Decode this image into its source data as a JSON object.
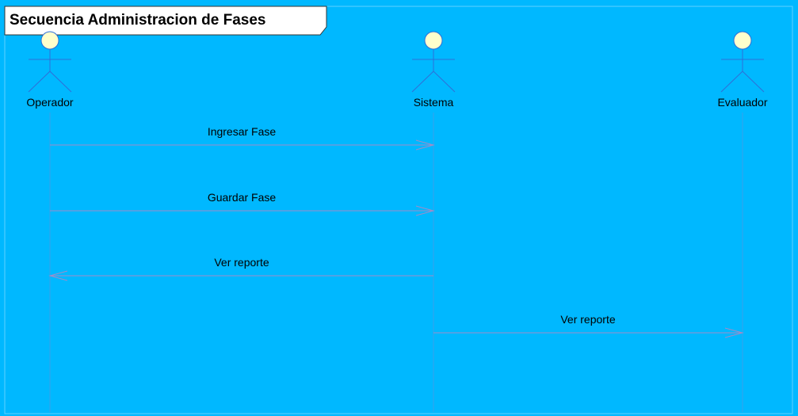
{
  "diagram": {
    "title": "Secuencia Administracion de Fases",
    "actors": [
      {
        "id": "operador",
        "name": "Operador"
      },
      {
        "id": "sistema",
        "name": "Sistema"
      },
      {
        "id": "evaluador",
        "name": "Evaluador"
      }
    ],
    "messages": [
      {
        "from": "operador",
        "to": "sistema",
        "label": "Ingresar Fase"
      },
      {
        "from": "operador",
        "to": "sistema",
        "label": "Guardar Fase"
      },
      {
        "from": "sistema",
        "to": "operador",
        "label": "Ver reporte"
      },
      {
        "from": "sistema",
        "to": "evaluador",
        "label": "Ver reporte"
      }
    ]
  },
  "colors": {
    "background": "#00b8ff",
    "frame": "#5fd0ff",
    "lifeline": "#3aa0e8",
    "actor_stroke": "#2f6fd8",
    "actor_head_fill": "#ffffcc",
    "message_line": "#a08cc8",
    "text": "#000000",
    "title_bg": "#ffffff"
  }
}
